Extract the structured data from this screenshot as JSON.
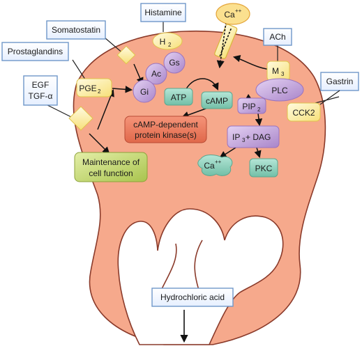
{
  "labels": {
    "histamine": "Histamine",
    "ca_ext_base": "Ca",
    "ca_ext_sup": "++",
    "somatostatin": "Somatostatin",
    "prostaglandins": "Prostaglandins",
    "egf": "EGF",
    "tgf": "TGF-α",
    "ach": "ACh",
    "gastrin": "Gastrin",
    "h2_base": "H",
    "h2_sub": "2",
    "gs": "Gs",
    "ac": "Ac",
    "gi": "Gi",
    "pge2_base": "PGE",
    "pge2_sub": "2",
    "atp": "ATP",
    "camp": "cAMP",
    "m3_base": "M",
    "m3_sub": "3",
    "plc": "PLC",
    "cck2": "CCK2",
    "pip2_base": "PIP",
    "pip2_sub": "2",
    "ip3_base": "IP",
    "ip3_sub": "3",
    "ip3_rest": " + DAG",
    "pkc": "PKC",
    "ca_int_base": "Ca",
    "ca_int_sup": "++",
    "kinase_line1": "cAMP-dependent",
    "kinase_line2": "protein kinase(s)",
    "maintenance_line1": "Maintenance of",
    "maintenance_line2": "cell function",
    "hcl": "Hydrochloric acid"
  },
  "colors": {
    "cell_fill": "#f6a98c",
    "cell_stroke": "#8a3a2a",
    "receptor_box_fill": "#f2f7ff",
    "receptor_box_stroke": "#6f97c9",
    "yellow": "#fff2a6",
    "yellow_stroke": "#e0c44a",
    "purple": "#c6a6e0",
    "purple_stroke": "#9a73be",
    "teal": "#8fd1bd",
    "teal_stroke": "#5aa68e",
    "kinase_fill": "#ee7758",
    "kinase_stroke": "#b84a34",
    "maintenance_fill": "#c3d96e",
    "maintenance_stroke": "#8ca23a"
  }
}
